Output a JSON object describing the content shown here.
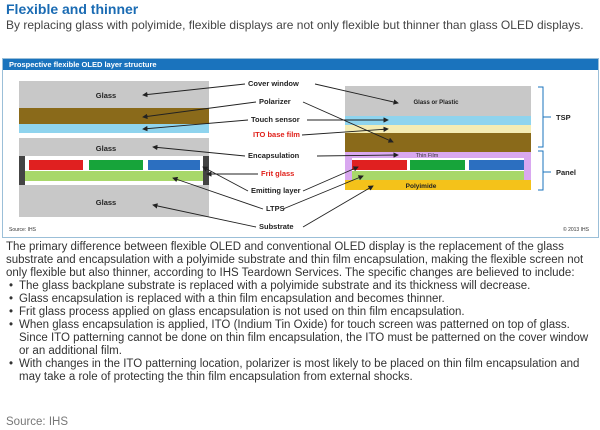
{
  "title": "Flexible and thinner",
  "subtitle": "By replacing glass with polyimide, flexible displays are not only flexible but thinner than glass OLED displays.",
  "figure": {
    "header": "Prospective flexible OLED layer structure",
    "left_labels": {
      "glass_top": "Glass",
      "glass_mid": "Glass",
      "glass_bottom": "Glass"
    },
    "center_labels": {
      "cover_window": "Cover window",
      "polarizer": "Polarizer",
      "touch_sensor": "Touch sensor",
      "ito_base_film": "ITO base film",
      "encapsulation": "Encapsulation",
      "frit_glass": "Frit glass",
      "emitting_layer": "Emitting layer",
      "ltps": "LTPS",
      "substrate": "Substrate"
    },
    "right_labels": {
      "glass_or_plastic": "Glass or Plastic",
      "thin_film": "Thin Film",
      "polyimide": "Polyimide"
    },
    "brackets": {
      "tsp": "TSP",
      "panel": "Panel"
    },
    "source": "Source: IHS",
    "copyright": "© 2013 IHS"
  },
  "body": {
    "intro": "The primary difference between flexible OLED and conventional OLED display is the replacement of the glass substrate and encapsulation with a polyimide substrate and thin film encapsulation, making the flexible screen not only flexible but also thinner, according to IHS Teardown Services. The specific changes are believed to include:",
    "bullets": [
      "The glass backplane substrate is replaced with a polyimide substrate and its thickness will decrease.",
      "Glass encapsulation is replaced with a thin film  encapsulation and becomes thinner.",
      "Frit glass process applied on glass encapsulation is not used on thin film encapsulation.",
      "When glass encapsulation is applied, ITO (Indium Tin Oxide) for touch screen was patterned on top of glass. Since ITO patterning cannot be done on thin film encapsulation, the ITO must be patterned on the cover window or an additional film.",
      "With changes in the ITO patterning location, polarizer is most likely to be placed on thin film encapsulation and may take a role of protecting the thin film encapsulation from external shocks."
    ]
  },
  "source": "Source: IHS",
  "colors": {
    "title": "#1a6bb3",
    "header_bg": "#1a73bd",
    "glass": "#c8c8c8",
    "polarizer": "#8a6a1a",
    "touch": "#8fd4ee",
    "ito": "#f4ecb4",
    "emitting_red": "#e02020",
    "emitting_green": "#17a43a",
    "emitting_blue": "#2c6fc0",
    "ltps": "#a8d86a",
    "thin_film": "#d9a8f0",
    "polyimide": "#f4c21a",
    "frit": "#444444"
  }
}
